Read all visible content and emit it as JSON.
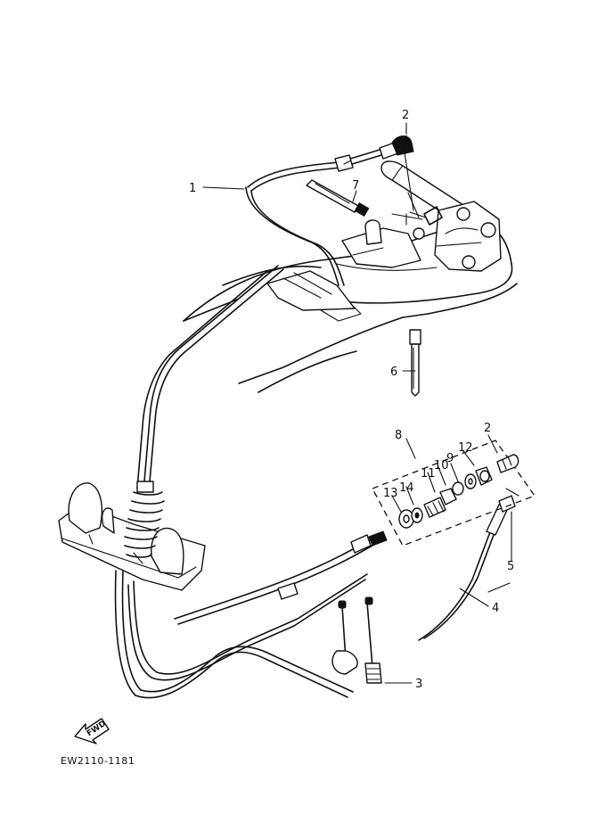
{
  "diagram_code": "EW2110-1181",
  "fwd_label": "FWD",
  "callouts": {
    "c1": "1",
    "c2_top": "2",
    "c2_kit": "2",
    "c3": "3",
    "c4": "4",
    "c5": "5",
    "c6": "6",
    "c7": "7",
    "c8": "8",
    "c9": "9",
    "c10": "10",
    "c11": "11",
    "c12": "12",
    "c13": "13",
    "c14": "14"
  }
}
